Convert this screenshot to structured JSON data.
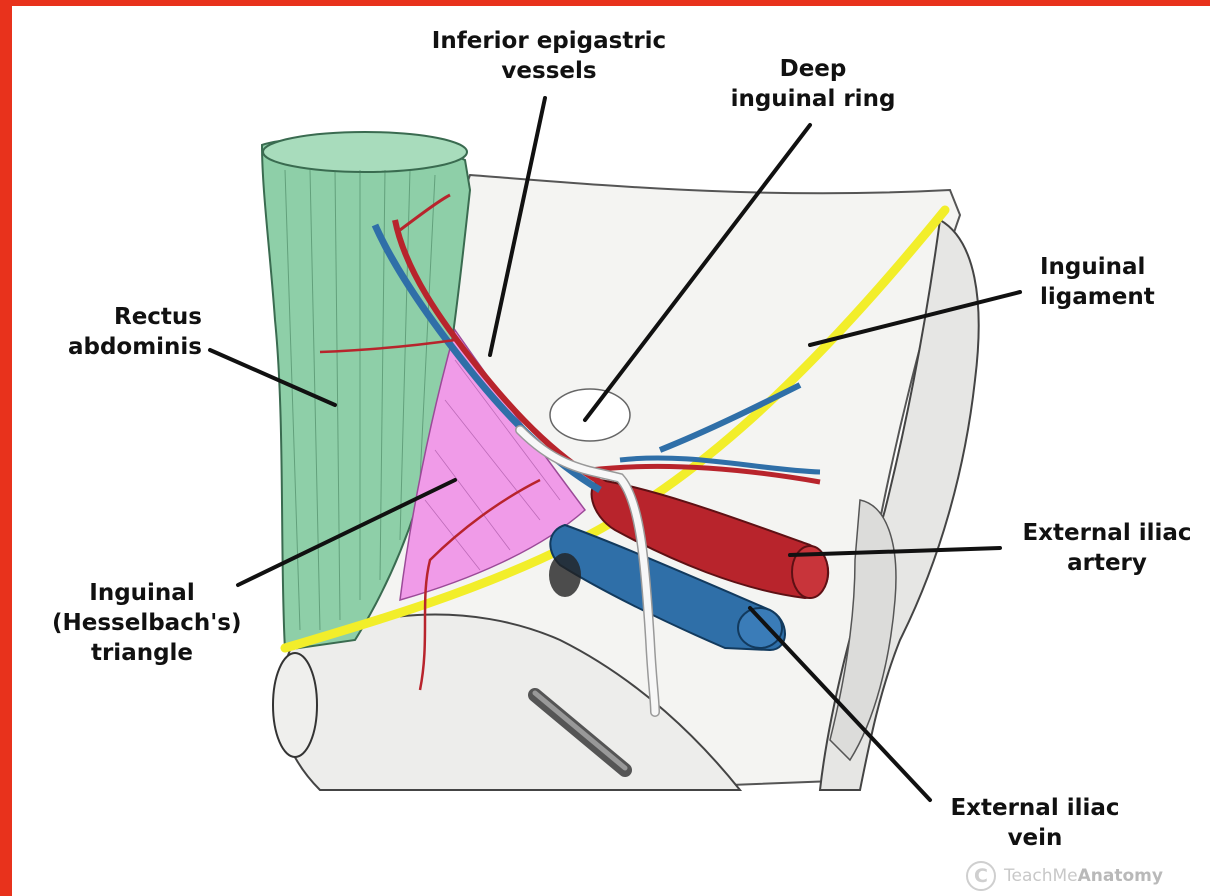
{
  "labels": {
    "inferior_epigastric": "Inferior epigastric\nvessels",
    "deep_ring": "Deep\ninguinal ring",
    "inguinal_ligament": "Inguinal\nligament",
    "rectus": "Rectus\nabdominis",
    "triangle": "Inguinal\n(Hesselbach's)\ntriangle",
    "ext_iliac_artery": "External iliac\nartery",
    "ext_iliac_vein": "External iliac\nvein"
  },
  "watermark": {
    "symbol": "C",
    "text_light": "TeachMe",
    "text_bold": "Anatomy"
  },
  "colors": {
    "border": "#e8321c",
    "rectus": "#8ecfa8",
    "triangle": "#f09be8",
    "ligament": "#f2ee2a",
    "artery": "#b8242c",
    "vein": "#2f6fa8",
    "leader": "#111111"
  }
}
